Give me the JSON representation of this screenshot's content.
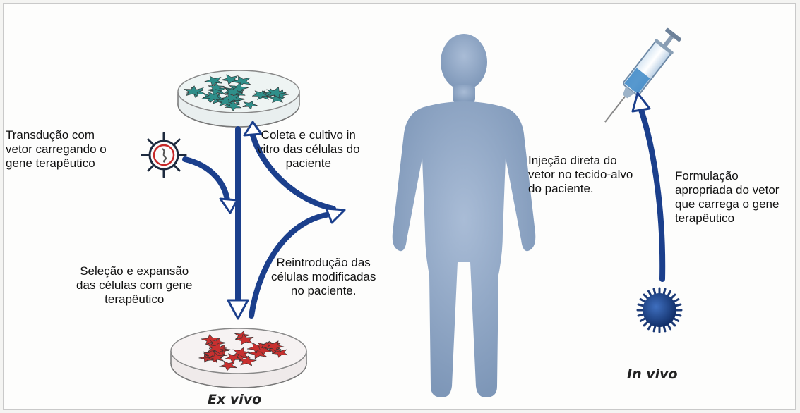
{
  "labels": {
    "transduction": "Transdução com\nvetor carregando o\ngene terapêutico",
    "collect": "Coleta e cultivo in\nvitro das células do\npaciente",
    "selection": "Seleção e  expansão\ndas  células com gene\nterapêutico",
    "reintroduction": "Reintrodução das\ncélulas modificadas\nno paciente.",
    "injection": "Injeção direta do\nvetor no tecido-alvo\ndo paciente.",
    "formulation": "Formulação\napropriada do vetor\nque carrega o gene\nterapêutico"
  },
  "captions": {
    "ex_vivo": "Ex vivo",
    "in_vivo": "In vivo"
  },
  "colors": {
    "arrow": "#1b3f8c",
    "body": "#8fa6c4",
    "cells_top": "#2f8f8a",
    "cells_bottom": "#c8302f",
    "vector_dark": "#1c3a76"
  }
}
